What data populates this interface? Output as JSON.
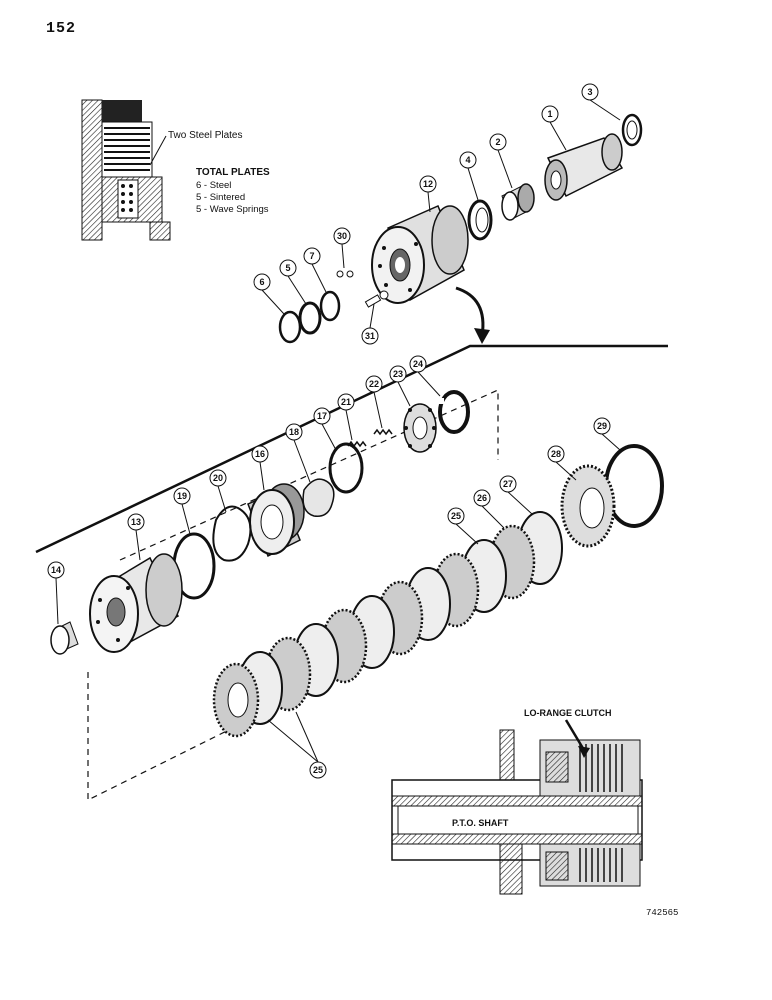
{
  "page": {
    "number": "152",
    "figure_number": "742565"
  },
  "inset_top": {
    "callout": "Two Steel Plates",
    "heading": "TOTAL PLATES",
    "lines": [
      "6 - Steel",
      "5 - Sintered",
      "5 - Wave Springs"
    ]
  },
  "inset_bottom": {
    "title": "LO-RANGE CLUTCH",
    "shaft_label": "P.T.O. SHAFT"
  },
  "callouts": [
    "1",
    "2",
    "3",
    "4",
    "5",
    "6",
    "7",
    "12",
    "30",
    "31",
    "24",
    "23",
    "22",
    "21",
    "17",
    "18",
    "16",
    "20",
    "19",
    "13",
    "14",
    "29",
    "28",
    "27",
    "26",
    "25",
    "25"
  ]
}
